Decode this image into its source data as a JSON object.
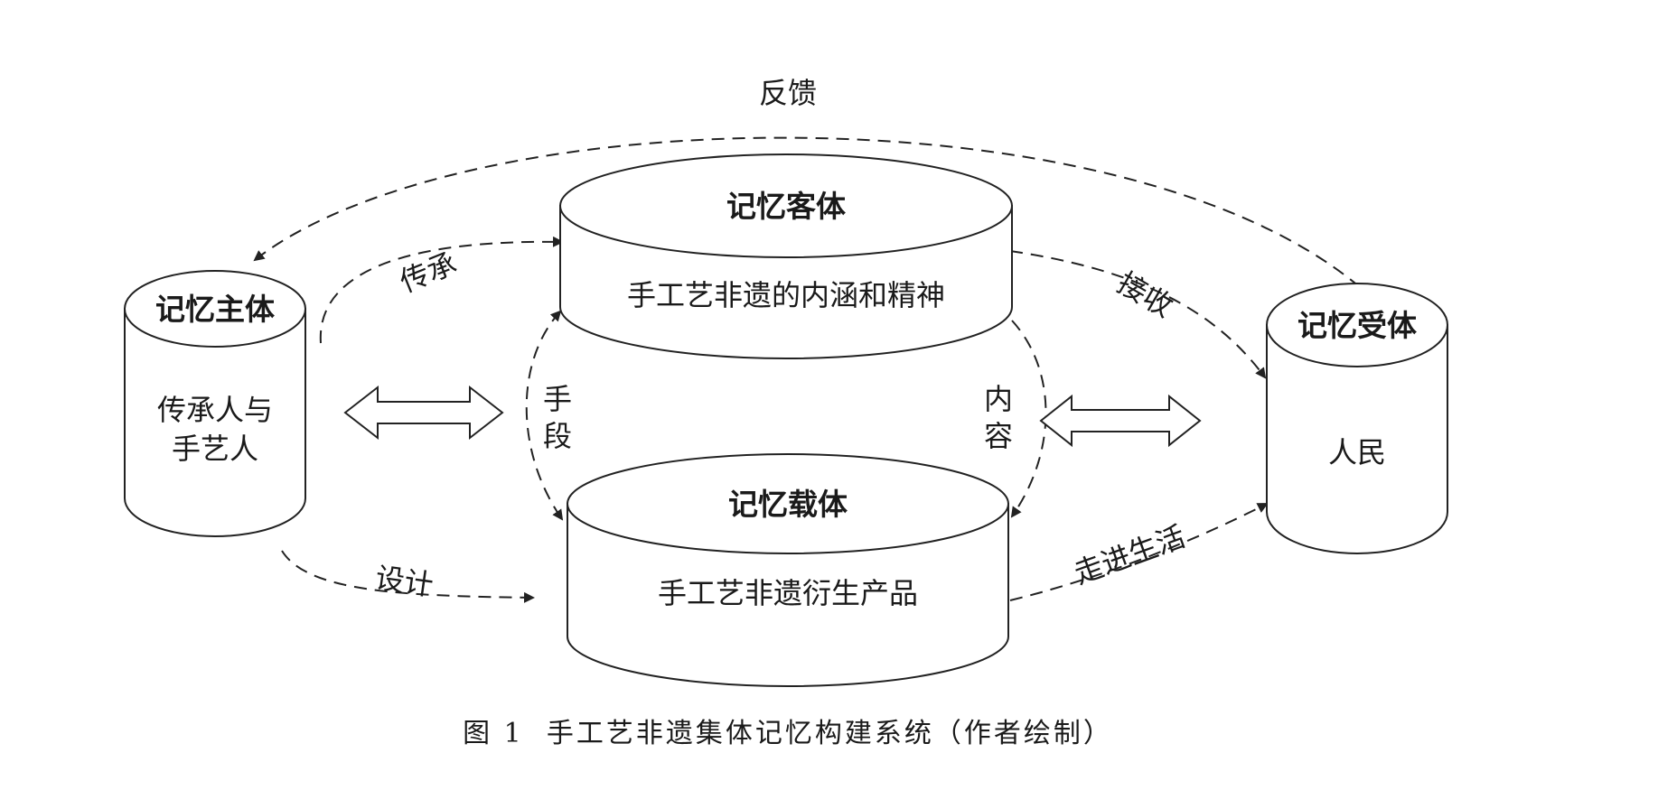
{
  "nodes": {
    "subject": {
      "title": "记忆主体",
      "lines": [
        "传承人与",
        "手艺人"
      ]
    },
    "object": {
      "title": "记忆客体",
      "lines": [
        "手工艺非遗的内涵和精神"
      ]
    },
    "carrier": {
      "title": "记忆载体",
      "lines": [
        "手工艺非遗衍生产品"
      ]
    },
    "receiver": {
      "title": "记忆受体",
      "lines": [
        "人民"
      ]
    }
  },
  "edges": {
    "feedback": "反馈",
    "inherit": "传承",
    "design": "设计",
    "receive": "接收",
    "into_life": "走进生活",
    "means": [
      "手",
      "段"
    ],
    "content": [
      "内",
      "容"
    ]
  },
  "caption": "图 1  手工艺非遗集体记忆构建系统（作者绘制）"
}
